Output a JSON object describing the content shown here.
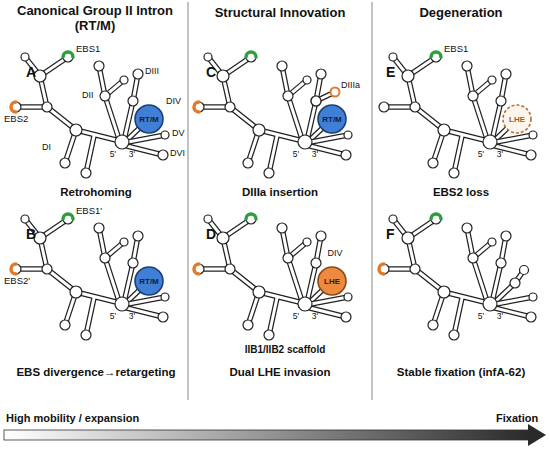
{
  "diagram": {
    "nodes": [
      {
        "text": [
          "RT/M"
        ]
      },
      {
        "text": [
          "RT/M"
        ]
      },
      {
        "text": [
          "RT/M"
        ]
      },
      {
        "text": [
          "LHE"
        ]
      },
      {
        "text": [
          "LHE"
        ]
      }
    ],
    "labels": [
      "Canonical Group II Intron (RT/M)",
      "Structural Innovation",
      "Degeneration",
      "A",
      "EBS1",
      "EBS2",
      "DII",
      "DIII",
      "DIV",
      "DV",
      "DVI",
      "DI",
      "5'",
      "3'",
      "Retrohoming",
      "B",
      "EBS1'",
      "EBS2'",
      "5'",
      "3'",
      "EBS divergence→retargeting",
      "C",
      "DIIIa",
      "5'",
      "3'",
      "DIIIa insertion",
      "D",
      "DIV",
      "5'",
      "3'",
      "IIB1/IIB2 scaffold",
      "Dual LHE invasion",
      "E",
      "EBS1",
      "5'",
      "3'",
      "EBS2 loss",
      "F",
      "5'",
      "3'",
      "Stable fixation (infA-62)",
      "High mobility / expansion",
      "Fixation"
    ]
  }
}
